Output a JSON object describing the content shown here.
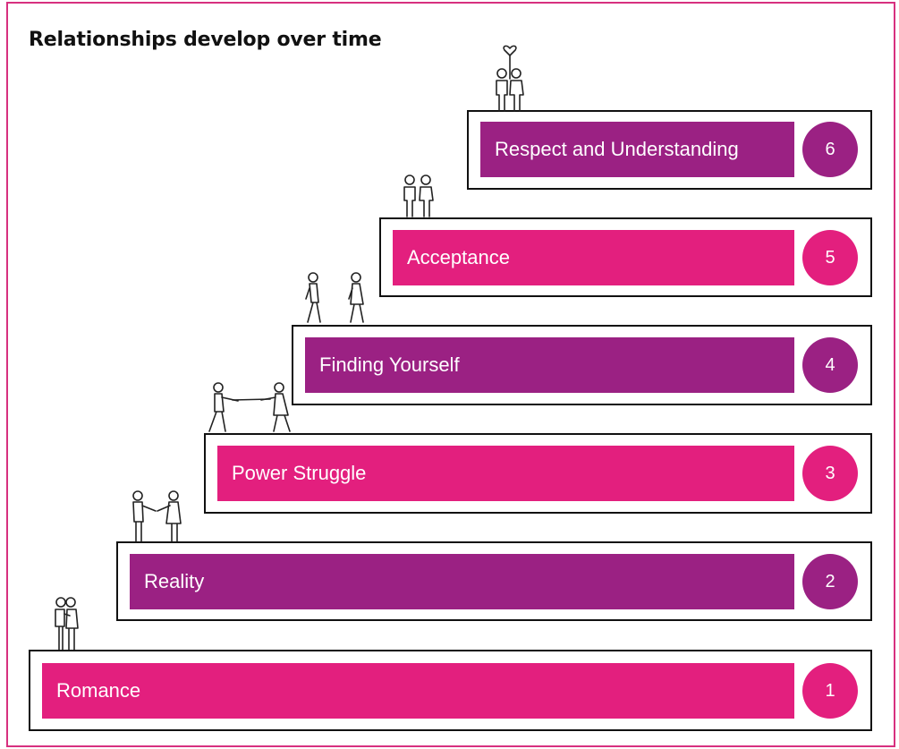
{
  "title": "Relationships develop over time",
  "colors": {
    "magenta": "#e31f7e",
    "purple": "#9b2183",
    "frame": "#d7307f"
  },
  "stages": [
    {
      "number": "1",
      "label": "Romance",
      "color": "magenta",
      "figure": "couple-hugging-icon"
    },
    {
      "number": "2",
      "label": "Reality",
      "color": "purple",
      "figure": "couple-holding-hands-icon"
    },
    {
      "number": "3",
      "label": "Power Struggle",
      "color": "magenta",
      "figure": "tug-of-war-icon"
    },
    {
      "number": "4",
      "label": "Finding Yourself",
      "color": "purple",
      "figure": "people-walking-apart-icon"
    },
    {
      "number": "5",
      "label": "Acceptance",
      "color": "magenta",
      "figure": "couple-standing-icon"
    },
    {
      "number": "6",
      "label": "Respect and Understanding",
      "color": "purple",
      "figure": "couple-with-heart-balloon-icon"
    }
  ]
}
